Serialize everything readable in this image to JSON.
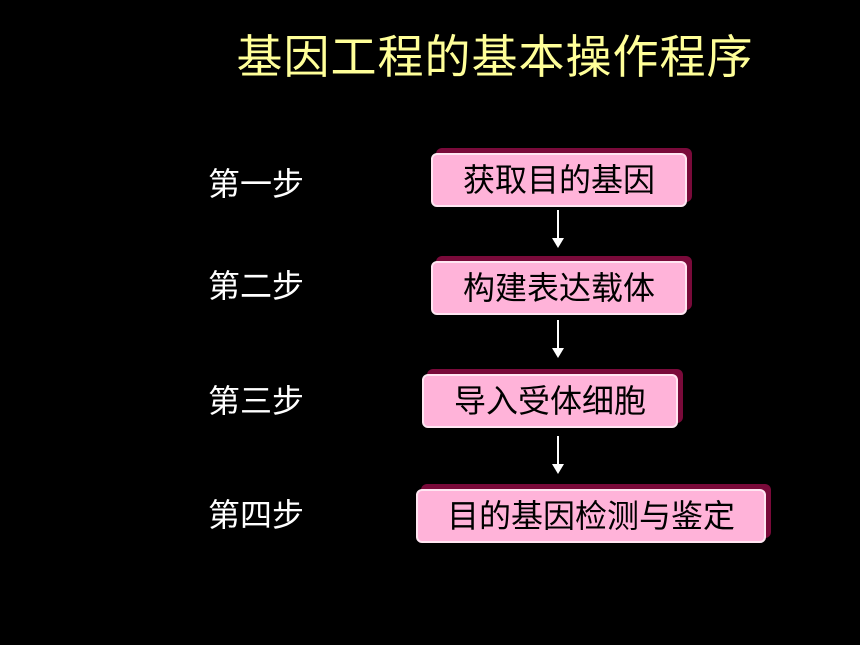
{
  "title": "基因工程的基本操作程序",
  "steps": [
    {
      "label": "第一步",
      "box": "获取目的基因"
    },
    {
      "label": "第二步",
      "box": "构建表达载体"
    },
    {
      "label": "第三步",
      "box": "导入受体细胞"
    },
    {
      "label": "第四步",
      "box": "目的基因检测与鉴定"
    }
  ],
  "colors": {
    "background": "#000000",
    "title": "#ffff99",
    "step_label": "#ffffff",
    "box_fill": "#ffb3d9",
    "box_shadow": "#7a0a3a",
    "arrow": "#ffffff"
  }
}
